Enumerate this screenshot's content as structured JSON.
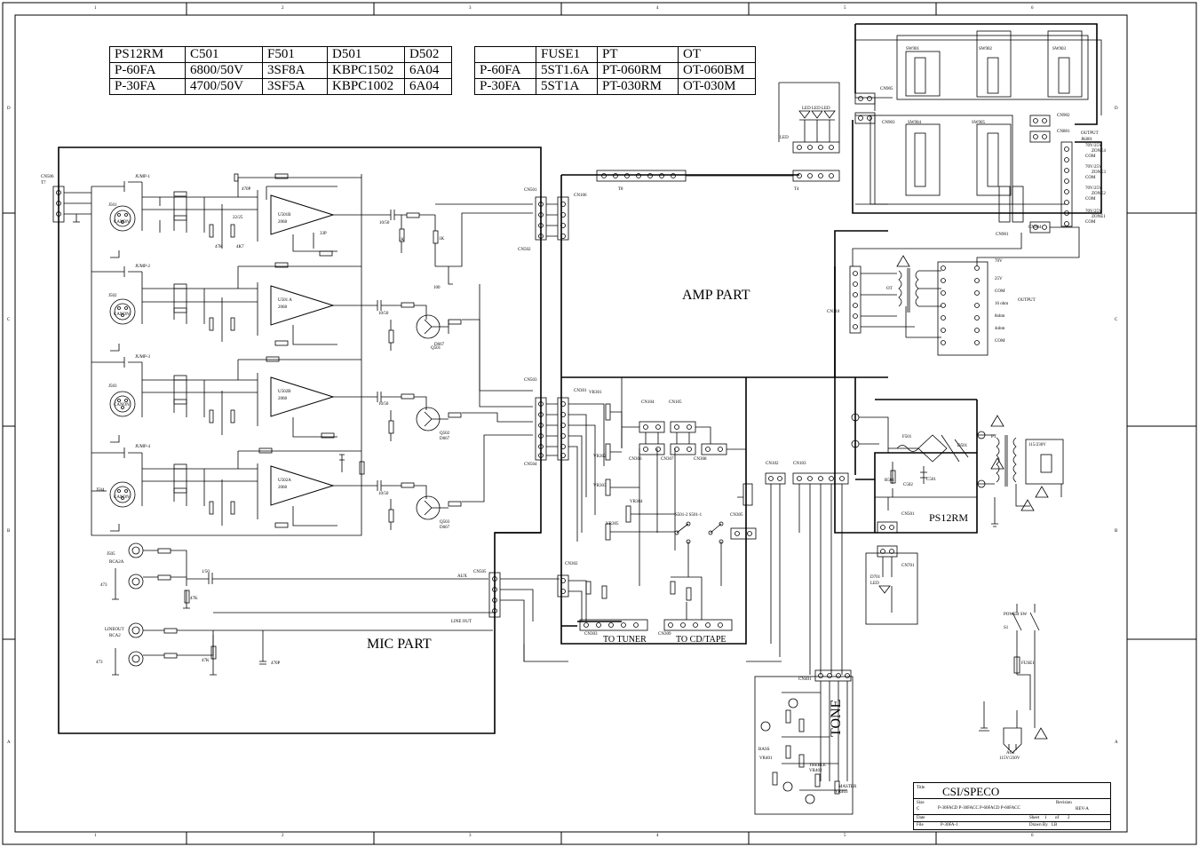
{
  "table_left": {
    "header": [
      "PS12RM",
      "C501",
      "F501",
      "D501",
      "D502"
    ],
    "rows": [
      [
        "P-60FA",
        "6800/50V",
        "3SF8A",
        "KBPC1502",
        "6A04"
      ],
      [
        "P-30FA",
        "4700/50V",
        "3SF5A",
        "KBPC1002",
        "6A04"
      ]
    ]
  },
  "table_right": {
    "header": [
      "",
      "FUSE1",
      "PT",
      "OT"
    ],
    "rows": [
      [
        "P-60FA",
        "5ST1.6A",
        "PT-060RM",
        "OT-060BM"
      ],
      [
        "P-30FA",
        "5ST1A",
        "PT-030RM",
        "OT-030M"
      ]
    ]
  },
  "sections": {
    "amp_part": "AMP PART",
    "mic_part": "MIC PART",
    "ps": "PS12RM",
    "tone": "TONE",
    "to_tuner": "TO TUNER",
    "to_cd_tape": "TO CD/TAPE",
    "line_out": "LINE OUT",
    "aux": "AUX"
  },
  "border_numbers": {
    "top": [
      "1",
      "2",
      "3",
      "4",
      "5",
      "6"
    ],
    "bottom": [
      "1",
      "2",
      "3",
      "4",
      "5",
      "6"
    ],
    "side": [
      "D",
      "C",
      "B",
      "A"
    ]
  },
  "labels": {
    "cn506": "CN506",
    "t7": "T7",
    "jump1": "JUMP-1",
    "jump2": "JUMP-2",
    "jump3": "JUMP-3",
    "jump4": "JUMP-4",
    "j501": "J501",
    "j502": "J502",
    "j503": "J503",
    "j504": "J504",
    "j505": "J505",
    "canon": "CANON",
    "u501b": "U501B",
    "u501a": "U501 A",
    "u502b": "U502B",
    "u502a": "U502A",
    "ic2068": "2068",
    "cn501": "CN501",
    "cn502": "CN502",
    "cn503": "CN503",
    "cn504": "CN504",
    "cn505": "CN505",
    "cn106": "CN106",
    "cn105": "CN105",
    "cn104": "CN104",
    "cn301": "CN301",
    "cn302": "CN302",
    "cn303": "CN303",
    "cn305": "CN305",
    "cn306": "CN306",
    "cn307": "CN307",
    "cn308": "CN308",
    "cn309": "CN309",
    "cn102": "CN102",
    "cn103": "CN103",
    "cn110": "CN110",
    "cn108": "CN108",
    "cn401": "CN401",
    "cn501ps": "CN501",
    "cn701": "CN701",
    "cn901": "CN901",
    "cn902": "CN902",
    "cn903": "CN903",
    "cn904": "CN904",
    "cn905": "CN905",
    "cn801": "CN801",
    "t8": "T8",
    "t4": "T4",
    "t5": "T5",
    "q501": "Q501",
    "q502": "Q502",
    "q503": "Q503",
    "d667": "D667",
    "vr301": "VR301",
    "vr302": "VR302",
    "vr303": "VR303",
    "vr304": "VR304",
    "vr305": "VR305",
    "vr50ka": "50KA",
    "s501": "S501-2  S501-1",
    "rca2a": "RCA2A",
    "rca2": "RCA2",
    "lineout": "LINEOUT",
    "ot": "OT",
    "pt": "PT",
    "jk801": "JK801",
    "output": "OUTPUT",
    "led": "LED",
    "leds": "LED LED LED",
    "f501": "F501",
    "d501": "D501",
    "c501": "C501",
    "c502": "C502",
    "r501": "R501",
    "d701": "D701",
    "power_sw": "POWER SW",
    "s1": "S1",
    "fuse1": "FUSE1",
    "ac": "AC1",
    "ac_rating": "115V/230V",
    "volt_sel": "115/230V",
    "tap_70v": "70V",
    "tap_25v": "25V",
    "tap_com": "COM",
    "tap_16": "16 ohm",
    "tap_8": "8ohm",
    "tap_4": "4ohm",
    "zone1": "ZONE1",
    "zone2": "ZONE2",
    "zone3": "ZONE3",
    "zone4": "ZONE4",
    "z_70": "70V/25V",
    "z_com": "COM",
    "sw901": "SW901",
    "sw902": "SW902",
    "sw903": "SW903",
    "sw904": "SW904",
    "sw905": "SW905",
    "bass": "BASS",
    "treble": "TREBLE",
    "master": "MASTER",
    "vr401": "VR401",
    "vr402": "VR402",
    "vr403": "VR403",
    "r_1k5": "1K5",
    "c_473": "473",
    "r_47k": "47K",
    "r_4k7": "4K7",
    "r_10k": "10K",
    "r_100": "100",
    "r_1k": "1K",
    "c_10_50": "10/50",
    "c_22_25": "22/25",
    "c_470p": "470P",
    "c_33p": "33P",
    "c_1_50": "1/50"
  },
  "title_block": {
    "title_label": "Title",
    "title": "CSI/SPECO",
    "size_label": "Size",
    "size": "C",
    "models": "P-30FACD  P-30FACC  P-60FACD P-60FACC",
    "revision_label": "Revision",
    "revision": "REV-A",
    "file_label": "File",
    "file": "P-30FA-1",
    "sheet_label": "Sheet",
    "sheet": "1",
    "of_label": "of",
    "of": "2",
    "drawn_label": "Drawn By",
    "drawn": "LB",
    "date_label": "Date"
  }
}
